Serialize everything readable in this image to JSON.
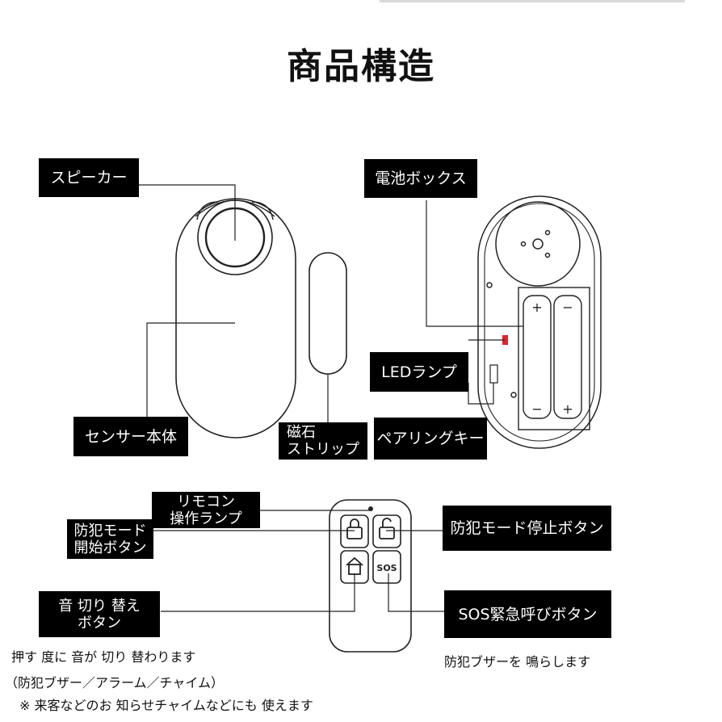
{
  "title": "商品構造",
  "sensor_labels": {
    "speaker": "スピーカー",
    "sensor_body": "センサー本体",
    "magnet_strip_line1": "磁石",
    "magnet_strip_line2": "ストリップ",
    "battery_box": "電池ボックス",
    "led_lamp": "LEDランプ",
    "pairing_key": "ペアリングキー"
  },
  "remote_labels": {
    "remote_lamp_line1": "リモコン",
    "remote_lamp_line2": "操作ランプ",
    "arm_line1": "防犯モード",
    "arm_line2": "開始ボタン",
    "disarm": "防犯モード停止ボタン",
    "sound_line1": "音 切り 替え",
    "sound_line2": "ボタン",
    "sos": "SOS緊急呼びボタン",
    "sos_key": "SOS"
  },
  "notes": {
    "sound_desc": "押す 度に 音が 切り 替わります",
    "sound_modes": "（防犯ブザー／アラーム／チャイム）",
    "sound_extra": "※ 来客などのお 知らせチャイムなどにも 使えます",
    "sos_desc": "防犯ブザーを 鳴らします"
  },
  "battery_polarity": {
    "plus": "+",
    "minus": "−"
  },
  "colors": {
    "label_bg": "#000000",
    "label_text": "#ffffff",
    "led": "#e8202a"
  }
}
